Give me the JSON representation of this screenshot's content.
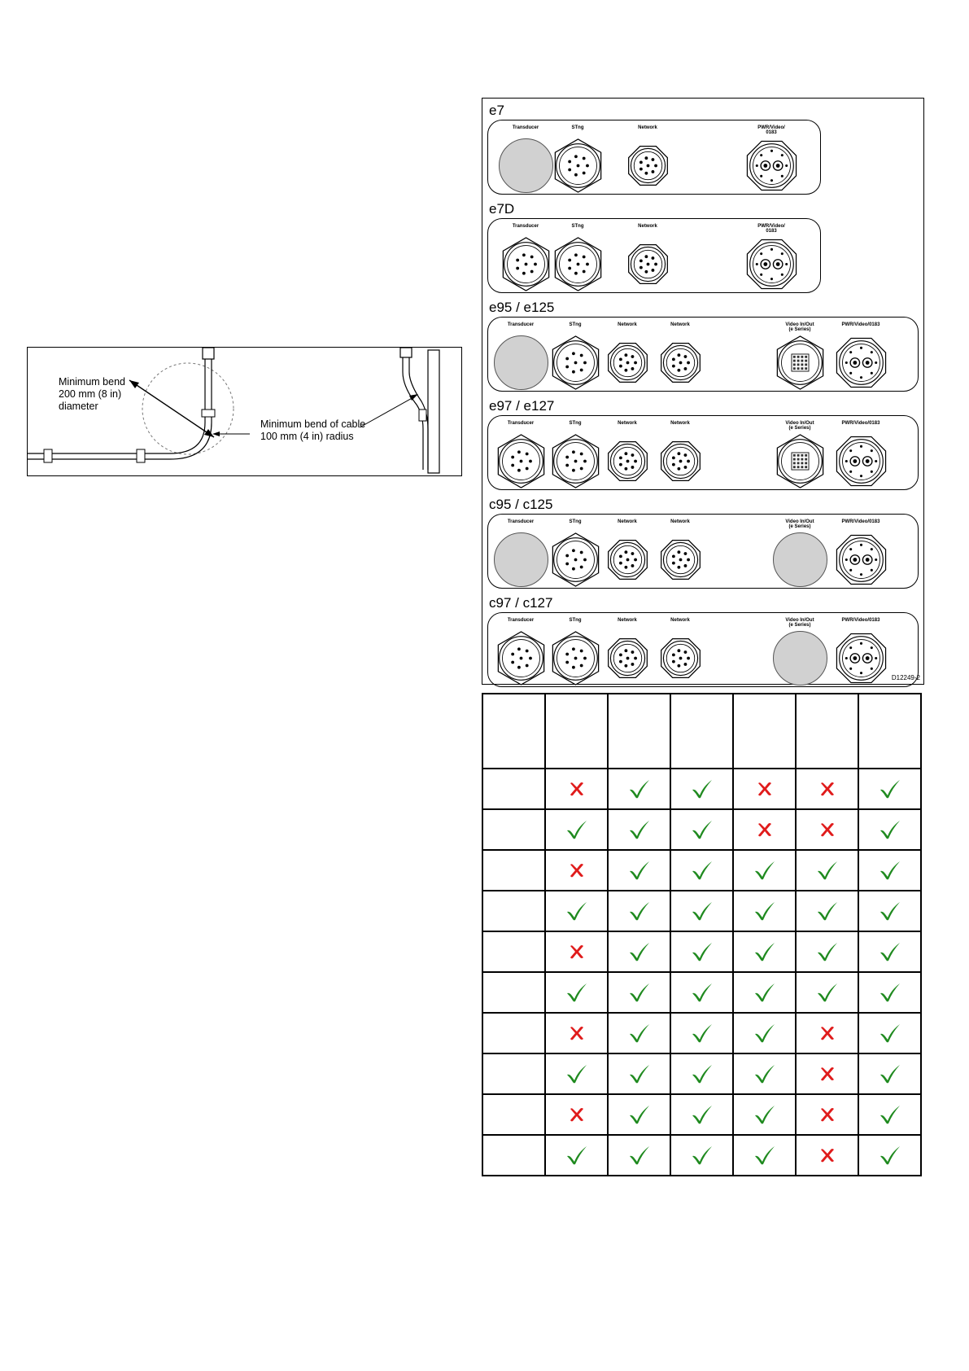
{
  "bend_figure": {
    "label_min_bend": "Minimum bend",
    "label_200mm": "200 mm (8 in)",
    "label_diameter": "diameter",
    "label_min_bend_cable": "Minimum bend of cable",
    "label_100mm": "100 mm (4 in) radius"
  },
  "connector_figure": {
    "drawing_ref": "D12249-2",
    "models": [
      {
        "title": "e7",
        "connectors": [
          {
            "label": "Transducer",
            "kind": "blank"
          },
          {
            "label": "STng",
            "kind": "stng"
          },
          {
            "label": "Network",
            "kind": "network"
          },
          {
            "label": "PWR/Video/\n0183",
            "kind": "pwr"
          }
        ]
      },
      {
        "title": "e7D",
        "connectors": [
          {
            "label": "Transducer",
            "kind": "transducer"
          },
          {
            "label": "STng",
            "kind": "stng"
          },
          {
            "label": "Network",
            "kind": "network"
          },
          {
            "label": "PWR/Video/\n0183",
            "kind": "pwr"
          }
        ]
      },
      {
        "title": "e95 / e125",
        "connectors": [
          {
            "label": "Transducer",
            "kind": "blank"
          },
          {
            "label": "STng",
            "kind": "stng"
          },
          {
            "label": "Network",
            "kind": "network"
          },
          {
            "label": "Network",
            "kind": "network"
          },
          {
            "label": "Video In/Out\n(e Series)",
            "kind": "video"
          },
          {
            "label": "PWR/Video/0183",
            "kind": "pwr"
          }
        ]
      },
      {
        "title": "e97 / e127",
        "connectors": [
          {
            "label": "Transducer",
            "kind": "transducer"
          },
          {
            "label": "STng",
            "kind": "stng"
          },
          {
            "label": "Network",
            "kind": "network"
          },
          {
            "label": "Network",
            "kind": "network"
          },
          {
            "label": "Video In/Out\n(e Series)",
            "kind": "video"
          },
          {
            "label": "PWR/Video/0183",
            "kind": "pwr"
          }
        ]
      },
      {
        "title": "c95 / c125",
        "connectors": [
          {
            "label": "Transducer",
            "kind": "blank"
          },
          {
            "label": "STng",
            "kind": "stng"
          },
          {
            "label": "Network",
            "kind": "network"
          },
          {
            "label": "Network",
            "kind": "network"
          },
          {
            "label": "Video In/Out\n(e Series)",
            "kind": "blank"
          },
          {
            "label": "PWR/Video/0183",
            "kind": "pwr"
          }
        ]
      },
      {
        "title": "c97 / c127",
        "connectors": [
          {
            "label": "Transducer",
            "kind": "transducer"
          },
          {
            "label": "STng",
            "kind": "stng"
          },
          {
            "label": "Network",
            "kind": "network"
          },
          {
            "label": "Network",
            "kind": "network"
          },
          {
            "label": "Video In/Out\n(e Series)",
            "kind": "blank"
          },
          {
            "label": "PWR/Video/0183",
            "kind": "pwr"
          }
        ]
      }
    ]
  },
  "compat_table": {
    "rows": [
      [
        "cross",
        "check",
        "check",
        "cross",
        "cross",
        "check"
      ],
      [
        "check",
        "check",
        "check",
        "cross",
        "cross",
        "check"
      ],
      [
        "cross",
        "check",
        "check",
        "check",
        "check",
        "check"
      ],
      [
        "check",
        "check",
        "check",
        "check",
        "check",
        "check"
      ],
      [
        "cross",
        "check",
        "check",
        "check",
        "check",
        "check"
      ],
      [
        "check",
        "check",
        "check",
        "check",
        "check",
        "check"
      ],
      [
        "cross",
        "check",
        "check",
        "check",
        "cross",
        "check"
      ],
      [
        "check",
        "check",
        "check",
        "check",
        "cross",
        "check"
      ],
      [
        "cross",
        "check",
        "check",
        "check",
        "cross",
        "check"
      ],
      [
        "check",
        "check",
        "check",
        "check",
        "cross",
        "check"
      ]
    ],
    "colors": {
      "check": "#1f8a1f",
      "cross": "#e01b1b"
    }
  }
}
